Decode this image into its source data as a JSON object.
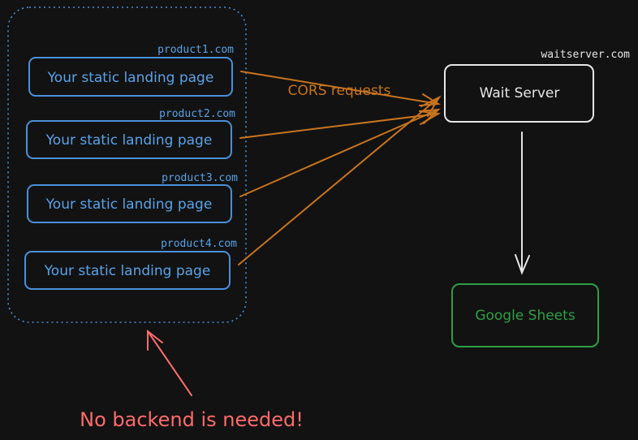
{
  "colors": {
    "background": "#121212",
    "blue": "#4a90d9",
    "blue_domain": "#5aa2e8",
    "orange": "#c8741e",
    "white": "#e6e6e6",
    "green": "#2f9e44",
    "red": "#ff6b6b"
  },
  "products": [
    {
      "domain": "product1.com",
      "label": "Your static landing page"
    },
    {
      "domain": "product2.com",
      "label": "Your static landing page"
    },
    {
      "domain": "product3.com",
      "label": "Your static landing page"
    },
    {
      "domain": "product4.com",
      "label": "Your static landing page"
    }
  ],
  "cors_label": "CORS requests",
  "wait_server": {
    "domain": "waitserver.com",
    "label": "Wait Server"
  },
  "google_sheets": {
    "label": "Google Sheets"
  },
  "note": "No backend is needed!"
}
